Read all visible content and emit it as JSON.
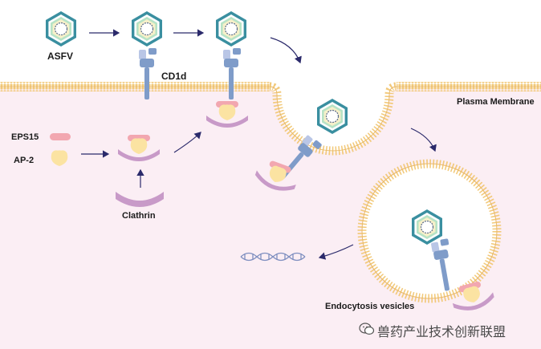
{
  "labels": {
    "asfv": "ASFV",
    "cd1d": "CD1d",
    "plasma_membrane": "Plasma Membrane",
    "eps15": "EPS15",
    "ap2": "AP-2",
    "clathrin": "Clathrin",
    "endocytosis_vesicles": "Endocytosis vesicles"
  },
  "watermark": {
    "text": "兽药产业技术创新联盟"
  },
  "colors": {
    "cytoplasm": "#fbeef4",
    "membrane_head": "#f2c97a",
    "virus_outer": "#3a8fa0",
    "virus_inner": "#b7e3c6",
    "receptor_blue": "#7f9cc9",
    "receptor_light": "#b9c6e6",
    "eps15_pink": "#f2a7b0",
    "ap2_yellow": "#fbe3a2",
    "clathrin_purple": "#c89ac8",
    "arrow": "#2b2a6b"
  }
}
